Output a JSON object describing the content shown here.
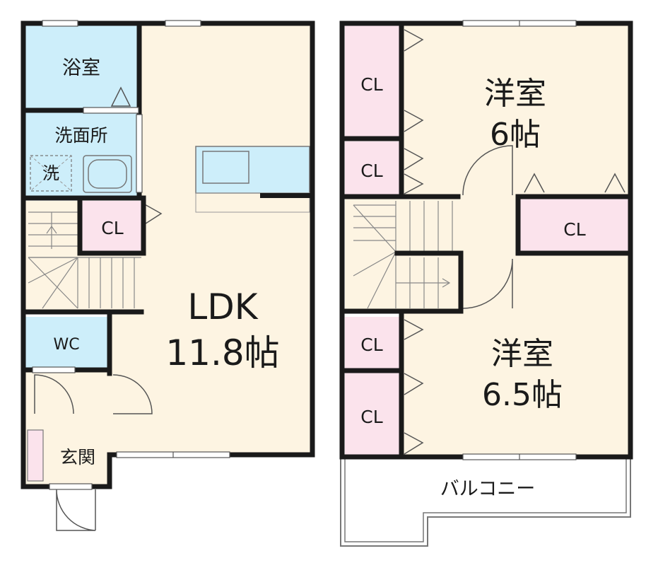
{
  "colors": {
    "wall": "#1a1a1a",
    "floor_wood": "#fdf4e2",
    "wet_area": "#cdeefa",
    "closet": "#fbe3ec",
    "balcony": "#ffffff",
    "detail_line": "#777777"
  },
  "ground_floor": {
    "bath": "浴室",
    "washroom": "洗面所",
    "washer": "洗",
    "closet": "CL",
    "wc": "WC",
    "ldk_name": "LDK",
    "ldk_size": "11.8帖",
    "entrance": "玄関"
  },
  "upper_floor": {
    "bedroom_north_name": "洋室",
    "bedroom_north_size": "6帖",
    "bedroom_south_name": "洋室",
    "bedroom_south_size": "6.5帖",
    "closets": [
      "CL",
      "CL",
      "CL",
      "CL",
      "CL"
    ],
    "balcony": "バルコニー"
  }
}
